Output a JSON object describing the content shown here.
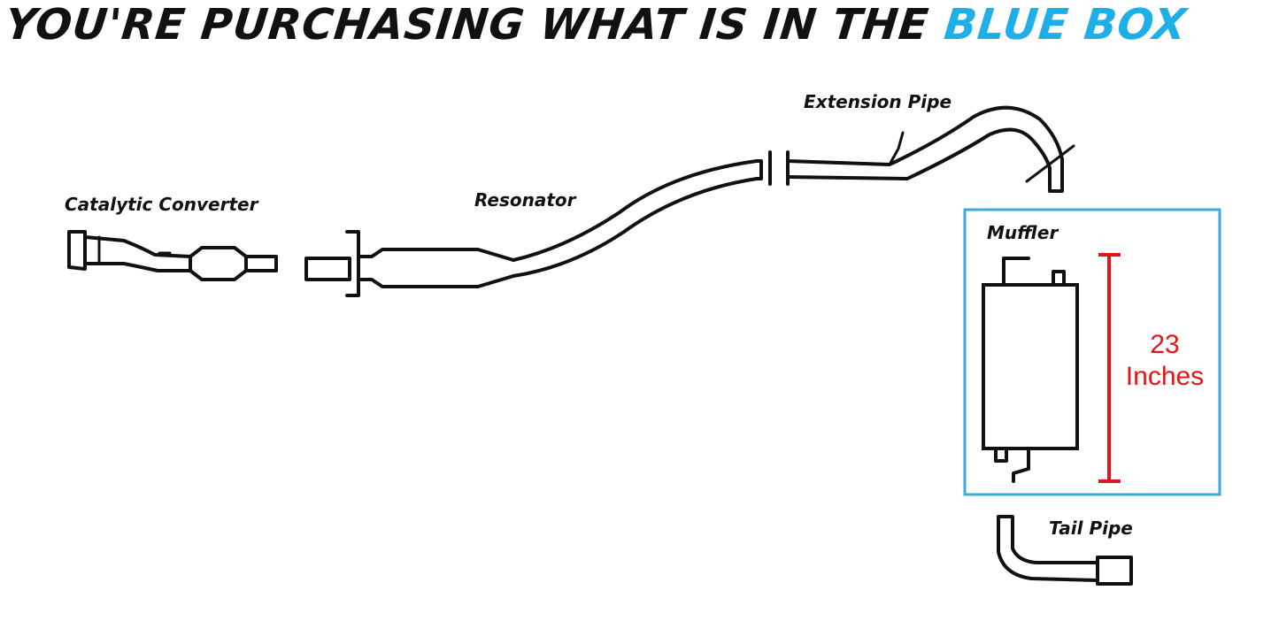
{
  "headline": {
    "black_text": "YOU'RE PURCHASING WHAT IS IN THE ",
    "blue_text": "BLUE BOX"
  },
  "labels": {
    "catalytic_converter": "Catalytic Converter",
    "resonator": "Resonator",
    "extension_pipe": "Extension Pipe",
    "muffler": "Muffler",
    "tail_pipe": "Tail Pipe"
  },
  "measurement": {
    "value": "23",
    "unit": "Inches"
  },
  "colors": {
    "highlight_box": "#3aa9dc",
    "headline_blue": "#1eaee8",
    "measurement_red": "#e5141b"
  }
}
